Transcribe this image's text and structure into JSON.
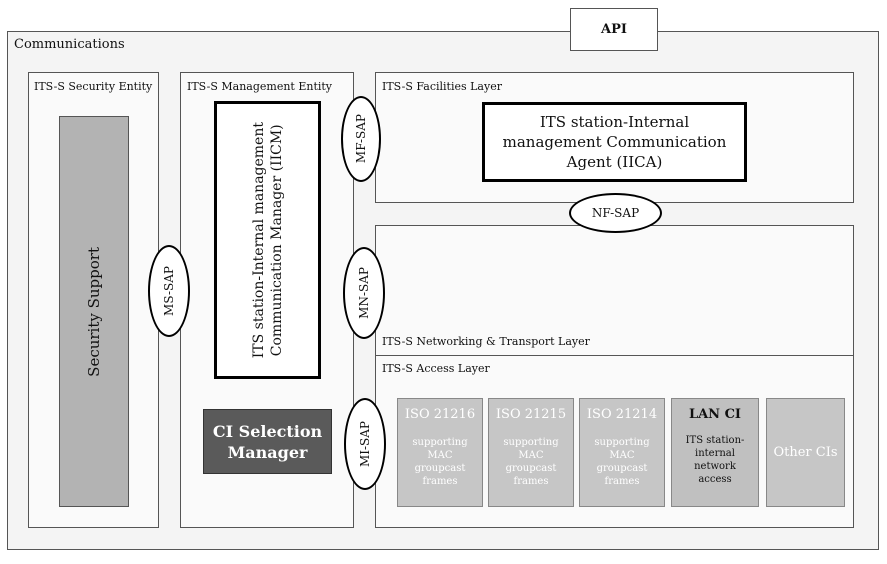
{
  "api_label": "API",
  "communications_label": "Communications",
  "security_entity": {
    "title": "ITS-S Security Entity",
    "support_label": "Security Support"
  },
  "management_entity": {
    "title": "ITS-S Management Entity",
    "iicm_line1": "ITS station-Internal management",
    "iicm_line2": "Communication Manager (IICM)",
    "ci_selection_line1": "CI Selection",
    "ci_selection_line2": "Manager"
  },
  "facilities_layer": {
    "title": "ITS-S Facilities Layer",
    "iica_line1": "ITS station-Internal",
    "iica_line2": "management Communication",
    "iica_line3": "Agent (IICA)"
  },
  "networking_layer": {
    "title": "ITS-S Networking & Transport Layer"
  },
  "access_layer": {
    "title": "ITS-S Access Layer",
    "cis": [
      {
        "title": "ISO 21216",
        "desc1": "supporting",
        "desc2": "MAC",
        "desc3": "groupcast",
        "desc4": "frames"
      },
      {
        "title": "ISO 21215",
        "desc1": "supporting",
        "desc2": "MAC",
        "desc3": "groupcast",
        "desc4": "frames"
      },
      {
        "title": "ISO 21214",
        "desc1": "supporting",
        "desc2": "MAC",
        "desc3": "groupcast",
        "desc4": "frames"
      },
      {
        "title": "LAN CI",
        "desc1": "ITS station-",
        "desc2": "internal",
        "desc3": "network",
        "desc4": "access"
      },
      {
        "title": "Other CIs"
      }
    ]
  },
  "saps": {
    "mf": "MF-SAP",
    "ms": "MS-SAP",
    "mn": "MN-SAP",
    "mi": "MI-SAP",
    "nf": "NF-SAP"
  },
  "colors": {
    "security_support_fill": "#b3b3b3",
    "ci_selection_fill": "#5a5a5a",
    "ci_fill": "#c6c6c6"
  }
}
